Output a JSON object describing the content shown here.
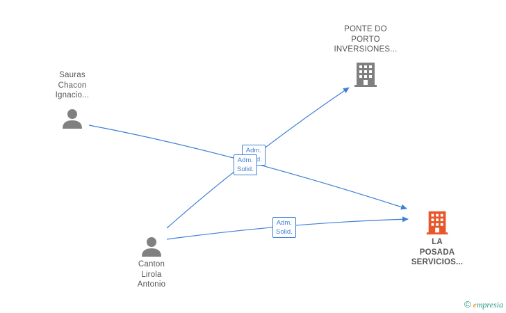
{
  "nodes": {
    "ponte": {
      "label": "PONTE DO\nPORTO\nINVERSIONES...",
      "type": "company",
      "color": "#808080"
    },
    "posada": {
      "label": "LA\nPOSADA\nSERVICIOS...",
      "type": "company",
      "color": "#e8562a"
    },
    "sauras": {
      "label": "Sauras\nChacon\nIgnacio...",
      "type": "person",
      "color": "#808080"
    },
    "canton": {
      "label": "Canton\nLirola\nAntonio",
      "type": "person",
      "color": "#808080"
    }
  },
  "edge_labels": {
    "sauras_posada": "Adm.\nSolid.",
    "canton_ponte": "Adm.\nSolid.",
    "canton_posada": "Adm.\nSolid."
  },
  "edge_color": "#3d7fd6",
  "watermark": {
    "copyright": "©",
    "brand_first": "e",
    "brand_rest": "mpresia"
  }
}
